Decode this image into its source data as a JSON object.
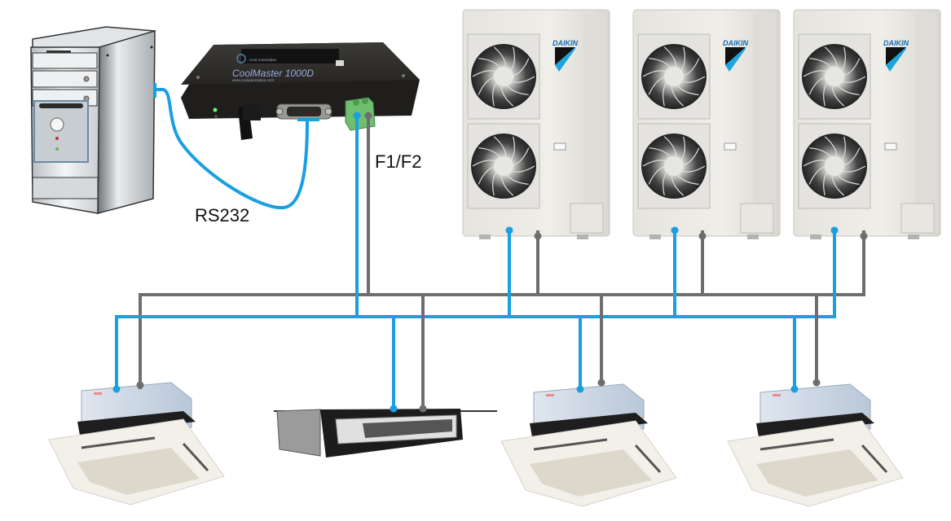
{
  "diagram": {
    "title": "CoolMaster VRF integration wiring",
    "colors": {
      "wire_f1": "#1a9fe0",
      "wire_f2": "#6e6e6e",
      "background": "#ffffff",
      "daikin_blue": "#1aa6dd"
    },
    "labels": {
      "rs232": "RS232",
      "f1f2": "F1/F2"
    },
    "controller": {
      "brand_small": "Cool Automation",
      "name": "CoolMaster 1000D",
      "website": "www.coolautomation.com"
    },
    "computer": {
      "name": "PC tower"
    },
    "outdoor_units": [
      {
        "brand": "DAIKIN"
      },
      {
        "brand": "DAIKIN"
      },
      {
        "brand": "DAIKIN"
      }
    ],
    "indoor_units": [
      {
        "type": "ceiling cassette"
      },
      {
        "type": "ducted unit"
      },
      {
        "type": "ceiling cassette"
      },
      {
        "type": "ceiling cassette"
      }
    ]
  }
}
